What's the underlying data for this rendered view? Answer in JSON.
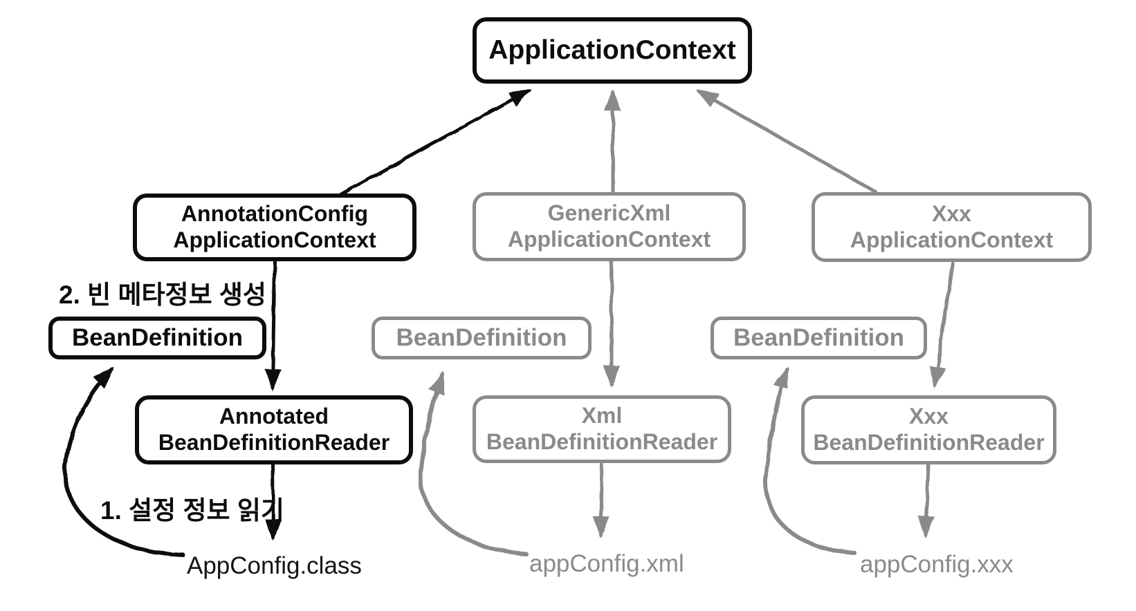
{
  "diagram": {
    "nodes": {
      "application_context": {
        "label": "ApplicationContext",
        "state": "active"
      },
      "annotation_config_application_context": {
        "line1": "AnnotationConfig",
        "line2": "ApplicationContext",
        "state": "active"
      },
      "generic_xml_application_context": {
        "line1": "GenericXml",
        "line2": "ApplicationContext",
        "state": "inactive"
      },
      "xxx_application_context": {
        "line1": "Xxx",
        "line2": "ApplicationContext",
        "state": "inactive"
      },
      "bean_definition_annotation": {
        "label": "BeanDefinition",
        "state": "active"
      },
      "bean_definition_xml": {
        "label": "BeanDefinition",
        "state": "inactive"
      },
      "bean_definition_xxx": {
        "label": "BeanDefinition",
        "state": "inactive"
      },
      "annotated_bean_definition_reader": {
        "line1": "Annotated",
        "line2": "BeanDefinitionReader",
        "state": "active"
      },
      "xml_bean_definition_reader": {
        "line1": "Xml",
        "line2": "BeanDefinitionReader",
        "state": "inactive"
      },
      "xxx_bean_definition_reader": {
        "line1": "Xxx",
        "line2": "BeanDefinitionReader",
        "state": "inactive"
      }
    },
    "config_files": {
      "annotation": "AppConfig.class",
      "xml": "appConfig.xml",
      "xxx": "appConfig.xxx"
    },
    "annotations": {
      "step2": "2. 빈 메타정보 생성",
      "step1": "1. 설정 정보 읽기"
    },
    "colors": {
      "active": "#0d0d0d",
      "inactive": "#8a8a8a",
      "background": "#ffffff"
    }
  }
}
